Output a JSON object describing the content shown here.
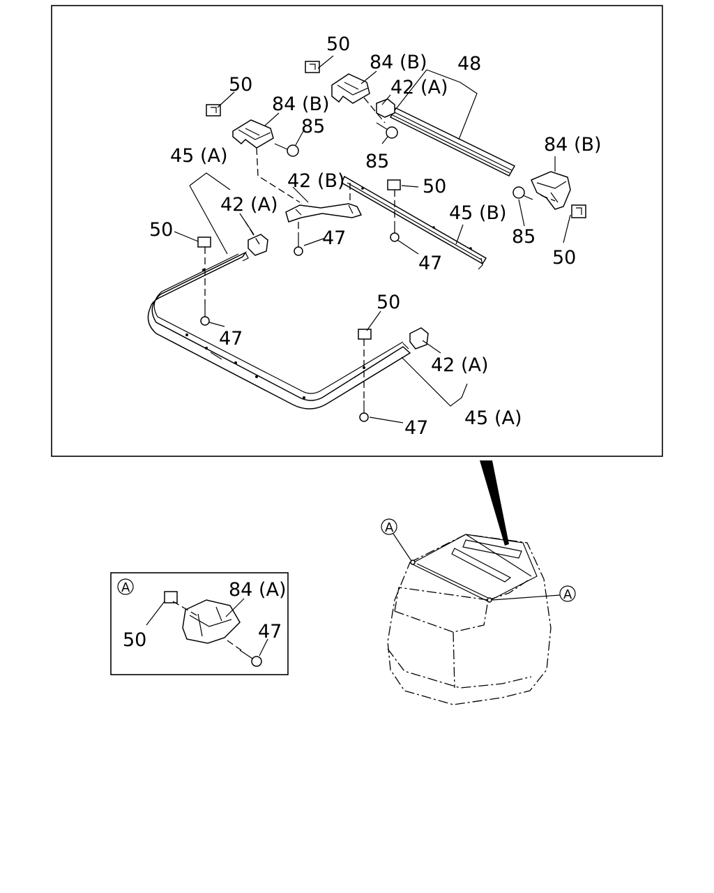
{
  "labels": {
    "l50_a": "50",
    "l84b_a": "84 (B)",
    "l48": "48",
    "l42a_a": "42 (A)",
    "l50_b": "50",
    "l84b_b": "84 (B)",
    "l85_a": "85",
    "l85_b": "85",
    "l84b_c": "84 (B)",
    "l45a_a": "45 (A)",
    "l42b": "42 (B)",
    "l50_c": "50",
    "l42a_b": "42 (A)",
    "l45b": "45 (B)",
    "l50_d": "50",
    "l47_a": "47",
    "l85_c": "85",
    "l47_b": "47",
    "l50_e": "50",
    "l47_c": "47",
    "l50_f": "50",
    "l42a_c": "42 (A)",
    "l45a_b": "45 (A)",
    "l47_d": "47"
  },
  "detail": {
    "marker": "A",
    "l84a": "84 (A)",
    "l50": "50",
    "l47": "47"
  },
  "vehicle": {
    "marker_left": "A",
    "marker_right": "A"
  }
}
